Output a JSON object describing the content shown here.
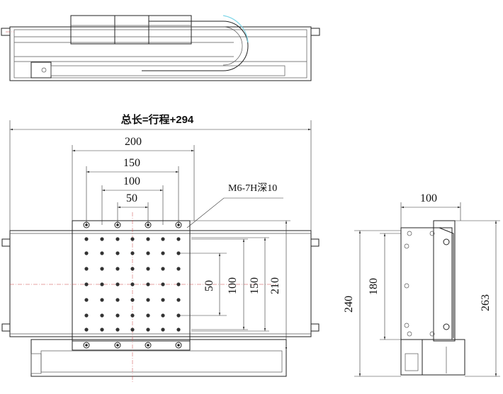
{
  "dims": {
    "total_length": "总长=行程+294",
    "w200": "200",
    "w150": "150",
    "w100": "100",
    "w50": "50",
    "thread": "M6-7H深10",
    "h50": "50",
    "h100": "100",
    "h150": "150",
    "h210": "210",
    "side_width": "100",
    "h240": "240",
    "h180": "180",
    "h263": "263"
  },
  "colors": {
    "line": "#222222",
    "center": "#cc4444",
    "arc": "#7fd6e8"
  }
}
